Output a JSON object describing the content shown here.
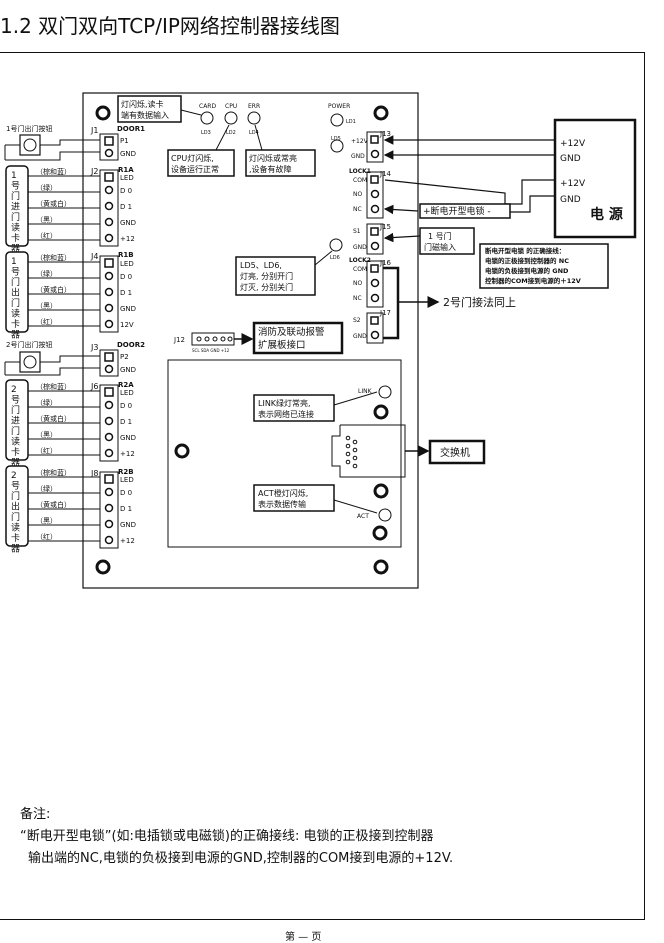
{
  "title": "1.2  双门双向TCP/IP网络控制器接线图",
  "page_number": "第 — 页",
  "colors": {
    "line": "#111111",
    "bg": "#ffffff"
  },
  "side_labels": {
    "door1_button": "1号门出门按钮",
    "door2_button": "2号门出门按钮",
    "reader1_in": "1号门进门读卡器",
    "reader1_out": "1号门出门读卡器",
    "reader2_in": "2号门进门读卡器",
    "reader2_out": "2号门出门读卡器"
  },
  "wire_colors": [
    "（棕和蓝）",
    "（绿）",
    "（黄或白）",
    "（黑）",
    "（红）"
  ],
  "connectors": {
    "J1": "J1",
    "DOOR1": "DOOR1",
    "J2": "J2",
    "R1A": "R1A",
    "J4": "J4",
    "R1B": "R1B",
    "J3": "J3",
    "DOOR2": "DOOR2",
    "J6": "J6",
    "R2A": "R2A",
    "J8": "J8",
    "R2B": "R2B",
    "J12": "J12",
    "J13": "J13",
    "J14": "J14",
    "J15": "J15",
    "J16": "J16",
    "J17": "J17",
    "LOCK1": "LOCK1",
    "LOCK2": "LOCK2"
  },
  "pins": {
    "p1": "P1",
    "p2": "P2",
    "gnd": "GND",
    "led": "LED",
    "d0": "D 0",
    "d1": "D 1",
    "p12": "+12",
    "v12": "12V",
    "com": "COM",
    "no": "NO",
    "nc": "NC",
    "s1": "S1",
    "s2": "S2",
    "plus12v": "+12V"
  },
  "leds": {
    "card": "CARD",
    "cpu": "CPU",
    "err": "ERR",
    "power": "POWER",
    "ld1": "LD1",
    "ld2": "LD2",
    "ld3": "LD3",
    "ld4": "LD4",
    "ld5": "LD5",
    "ld6": "LD6",
    "link": "LINK",
    "act": "ACT"
  },
  "callouts": {
    "card_line1": "灯闪烁,读卡",
    "card_line2": "端有数据输入",
    "cpu_line1": "CPU灯闪烁,",
    "cpu_line2": "设备运行正常",
    "err_line1": "灯闪烁或常亮",
    "err_line2": ",设备有故障",
    "ld56_line1": "LD5、LD6,",
    "ld56_line2": "灯亮, 分别开门",
    "ld56_line3": "灯灭, 分别关门",
    "link_line1": "LINK绿灯常亮,",
    "link_line2": "表示网络已连接",
    "act_line1": "ACT橙灯闪烁,",
    "act_line2": "表示数据传输",
    "fire_line1": "消防及联动报警",
    "fire_line2": "扩展板接口",
    "door_sensor_line1": "1 号门",
    "door_sensor_line2": "门磁输入",
    "door2_same": "2号门接法同上",
    "lock_label": "断电开型电锁",
    "switch": "交换机"
  },
  "j12_pins": "SCL SDA GND +12",
  "power_supply": {
    "v12_a": "+12V",
    "gnd_a": "GND",
    "v12_b": "+12V",
    "gnd_b": "GND",
    "label": "电 源"
  },
  "lock_note": {
    "line1": "断电开型电锁 的正确接线：",
    "line2": "电锁的正极接到控制器的 NC",
    "line3": "电锁的负极接到电源的 GND",
    "line4": "控制器的COM接到电源的＋12V"
  },
  "footnote": {
    "label": "备注:",
    "line1": "“断电开型电锁”(如:电插锁或电磁锁)的正确接线: 电锁的正极接到控制器",
    "line2": "输出端的NC,电锁的负极接到电源的GND,控制器的COM接到电源的+12V."
  }
}
